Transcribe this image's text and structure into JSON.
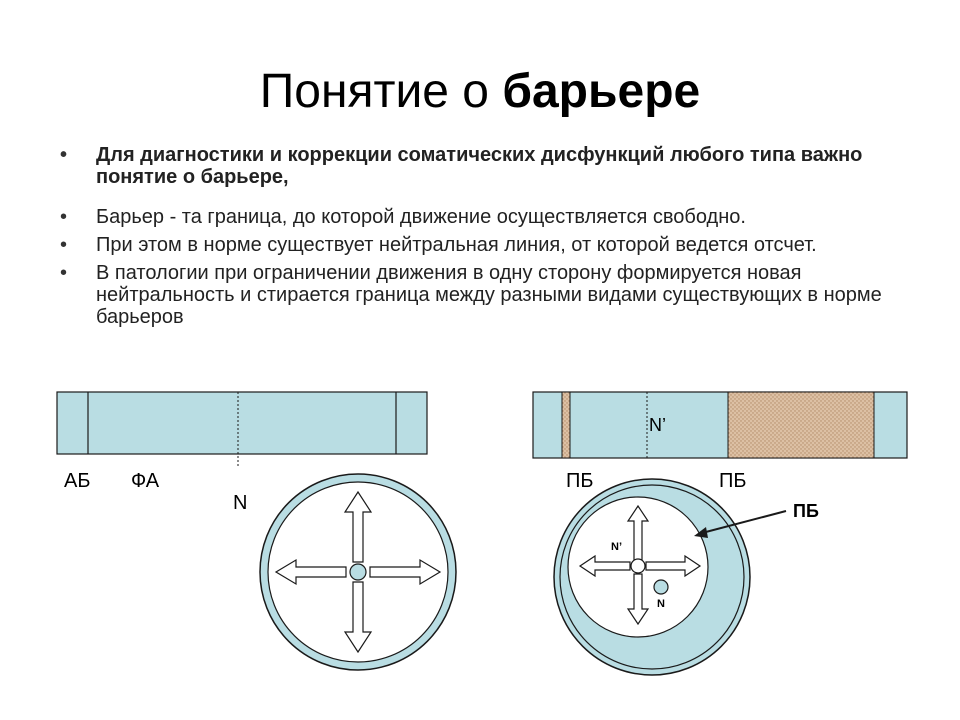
{
  "title": {
    "normal": "Понятие о ",
    "bold": "барьере"
  },
  "bullets": [
    "Для диагностики и коррекции соматических дисфункций любого типа важно понятие о барьере,",
    "Барьер - та граница, до которой движение осуществляется свободно.",
    "При этом в норме существует нейтральная линия, от которой ведется отсчет.",
    "В патологии при ограничении движения в одну сторону формируется новая нейтральность и стирается граница между разными видами существующих в норме барьеров"
  ],
  "left_diagram": {
    "labels": {
      "ab": "АБ",
      "fa": "ФА",
      "n": "N"
    }
  },
  "right_diagram": {
    "labels": {
      "pb1": "ПБ",
      "pb2": "ПБ",
      "n_prime_bar": "N’",
      "pb_callout": "ПБ",
      "n_prime_circle": "N’",
      "n_circle": "N"
    }
  },
  "colors": {
    "fill": "#b9dde3",
    "stroke": "#1a1a1a",
    "hatch": "#d8b89c"
  }
}
